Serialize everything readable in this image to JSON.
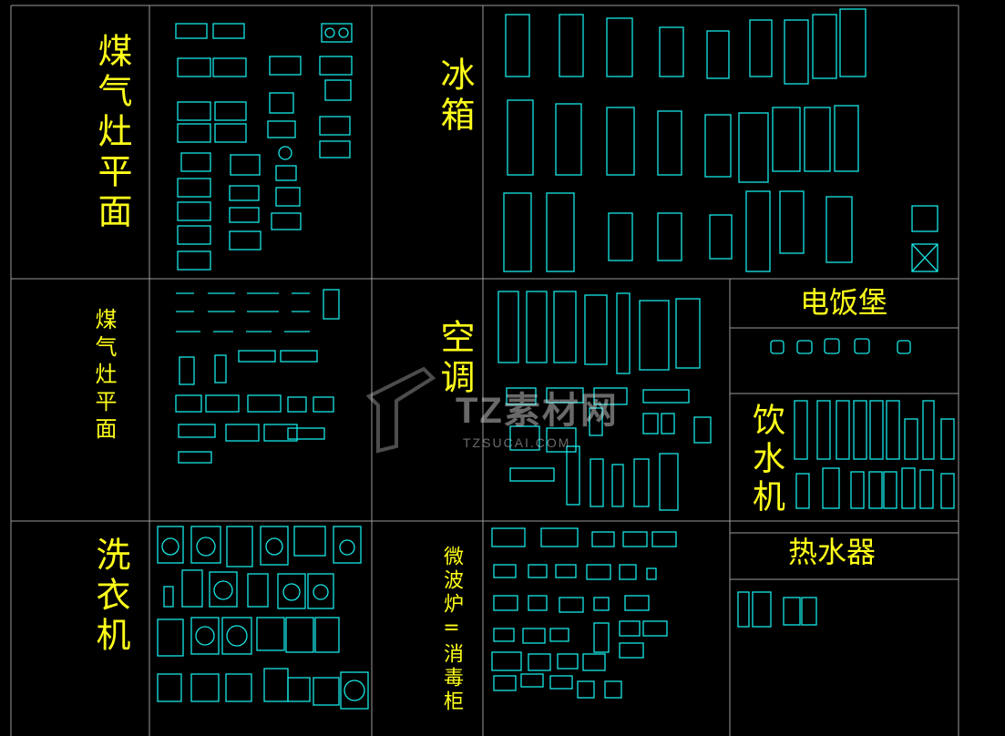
{
  "colors": {
    "background": "#000000",
    "grid": "#9a9a9a",
    "label": "#ffff1a",
    "drawing": "#17e6e6"
  },
  "sections": {
    "stove_plan_1": "煤气灶平面",
    "fridge": "冰箱",
    "stove_plan_2": "煤气灶平面",
    "air_conditioner": "空调",
    "rice_cooker": "电饭堡",
    "water_dispenser": "饮水机",
    "washing_machine": "洗衣机",
    "microwave_disinfection": "微波炉=消毒柜",
    "water_heater": "热水器"
  },
  "watermark": {
    "text": "TZ素材网",
    "sub": "TZSUCAI.COM"
  }
}
